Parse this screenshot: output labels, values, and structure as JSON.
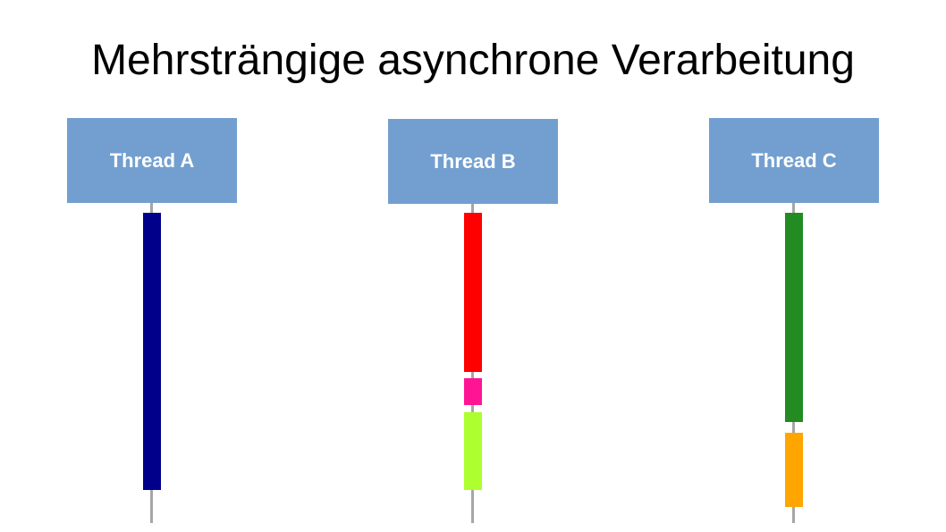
{
  "title": "Mehrsträngige asynchrone Verarbeitung",
  "threads": [
    {
      "label": "Thread A",
      "segments": [
        {
          "color": "#00008b"
        }
      ]
    },
    {
      "label": "Thread B",
      "segments": [
        {
          "color": "#ff0000"
        },
        {
          "color": "#ff1493"
        },
        {
          "color": "#adff2f"
        }
      ]
    },
    {
      "label": "Thread C",
      "segments": [
        {
          "color": "#228b22"
        },
        {
          "color": "#ffa500"
        }
      ]
    }
  ],
  "colors": {
    "header_box": "#729fcf",
    "lifeline": "#a6a6a6"
  }
}
